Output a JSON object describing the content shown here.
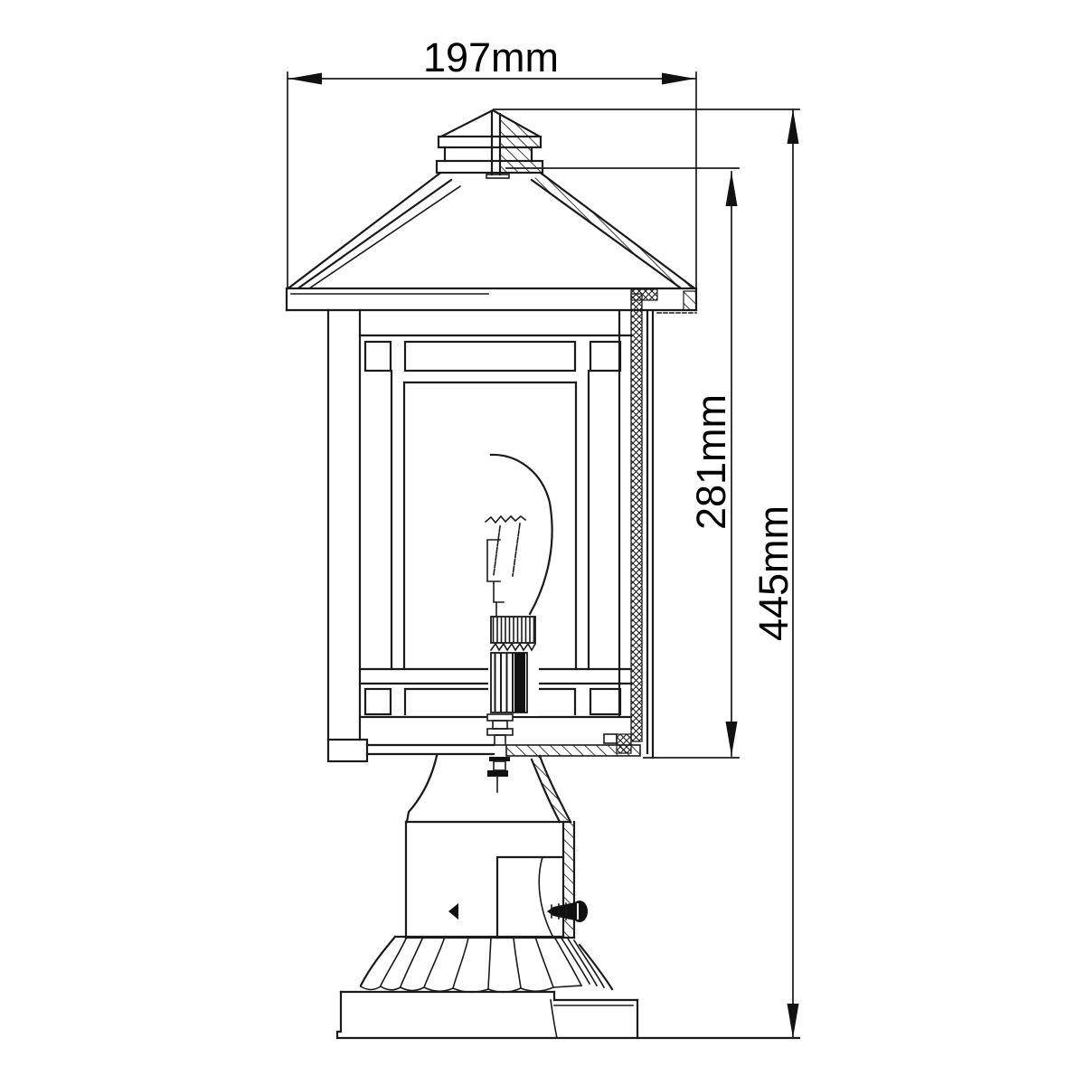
{
  "drawing_labels": {
    "width": "197mm",
    "lantern_height": "281mm",
    "overall_height": "445mm"
  },
  "colors": {
    "background": "#ffffff",
    "line": "#1a1a1a",
    "label_text": "#000000"
  }
}
